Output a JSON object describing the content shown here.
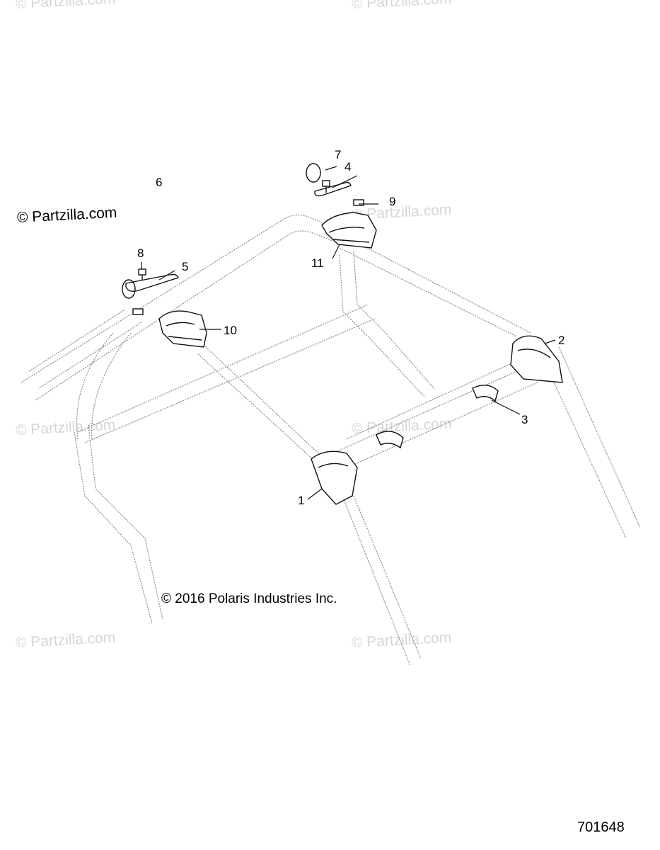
{
  "watermarks": {
    "partzilla_text": "© Partzilla.com",
    "partzilla_dark": "© Partzilla.com"
  },
  "copyright": "© 2016 Polaris Industries Inc.",
  "diagram_id": "701648",
  "callouts": {
    "c1": "1",
    "c2": "2",
    "c3": "3",
    "c4": "4",
    "c5": "5",
    "c6": "6",
    "c7": "7",
    "c8": "8",
    "c9": "9",
    "c10": "10",
    "c11": "11"
  },
  "colors": {
    "frame_line": "#8a8a8a",
    "part_line": "#111111",
    "watermark": "#d6d6d6"
  }
}
